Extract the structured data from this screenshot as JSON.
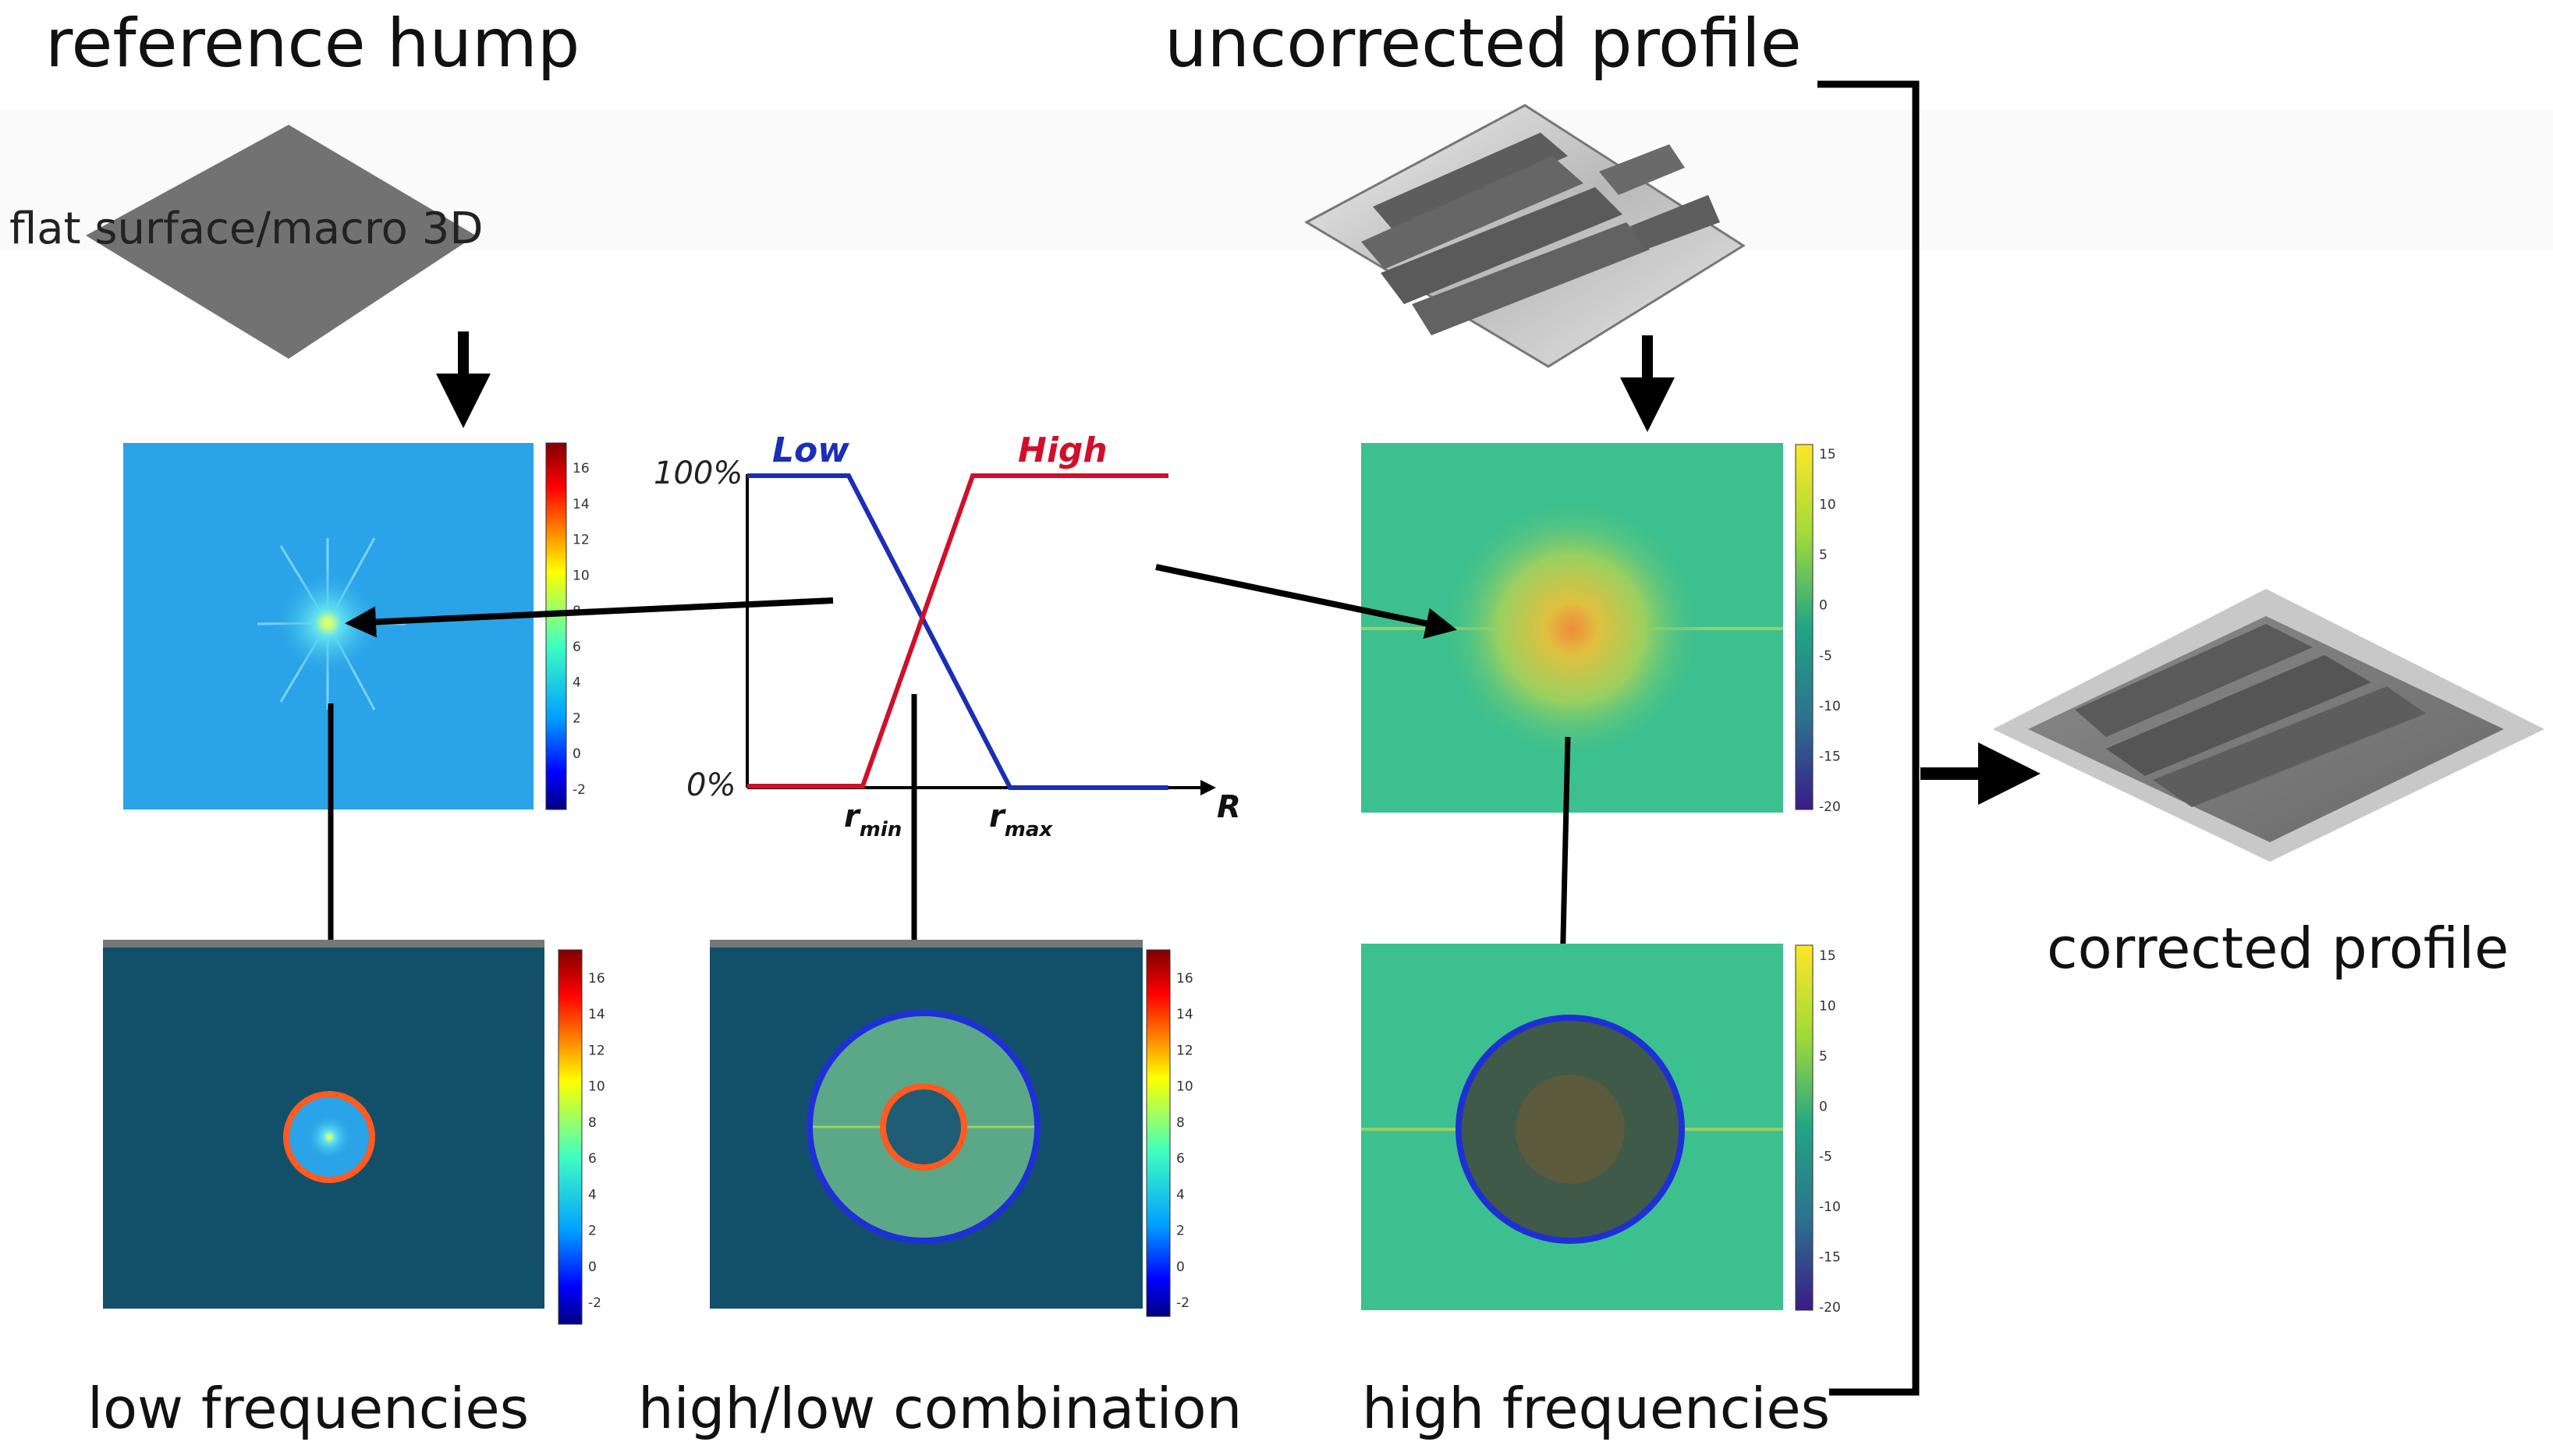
{
  "headings": {
    "reference_hump": "reference hump",
    "uncorrected_profile": "uncorrected profile",
    "corrected_profile": "corrected profile",
    "flat_surface": "flat surface/macro 3D"
  },
  "captions": {
    "low": "low frequencies",
    "combination": "high/low combination",
    "high": "high frequencies"
  },
  "filter_graph": {
    "low_label": "Low",
    "high_label": "High",
    "y_max_label": "100%",
    "y_min_label": "0%",
    "r_min_label": "r",
    "r_min_sub": "min",
    "r_max_label": "r",
    "r_max_sub": "max",
    "axis_label": "R",
    "low_color": "#1a2fb5",
    "high_color": "#d0102a"
  },
  "colorbars": {
    "jet_ticks": [
      "16",
      "14",
      "12",
      "10",
      "8",
      "6",
      "4",
      "2",
      "0",
      "-2"
    ],
    "viridis_ticks": [
      "15",
      "10",
      "5",
      "0",
      "-5",
      "-10",
      "-15",
      "-20"
    ]
  },
  "colors": {
    "low_ring": "#ff5a1f",
    "high_ring": "#1f2fd6",
    "masked_bg": "#12506a",
    "spectrum_bg": "#2aa3e8",
    "high_spectrum_bg": "#3cc08f"
  }
}
